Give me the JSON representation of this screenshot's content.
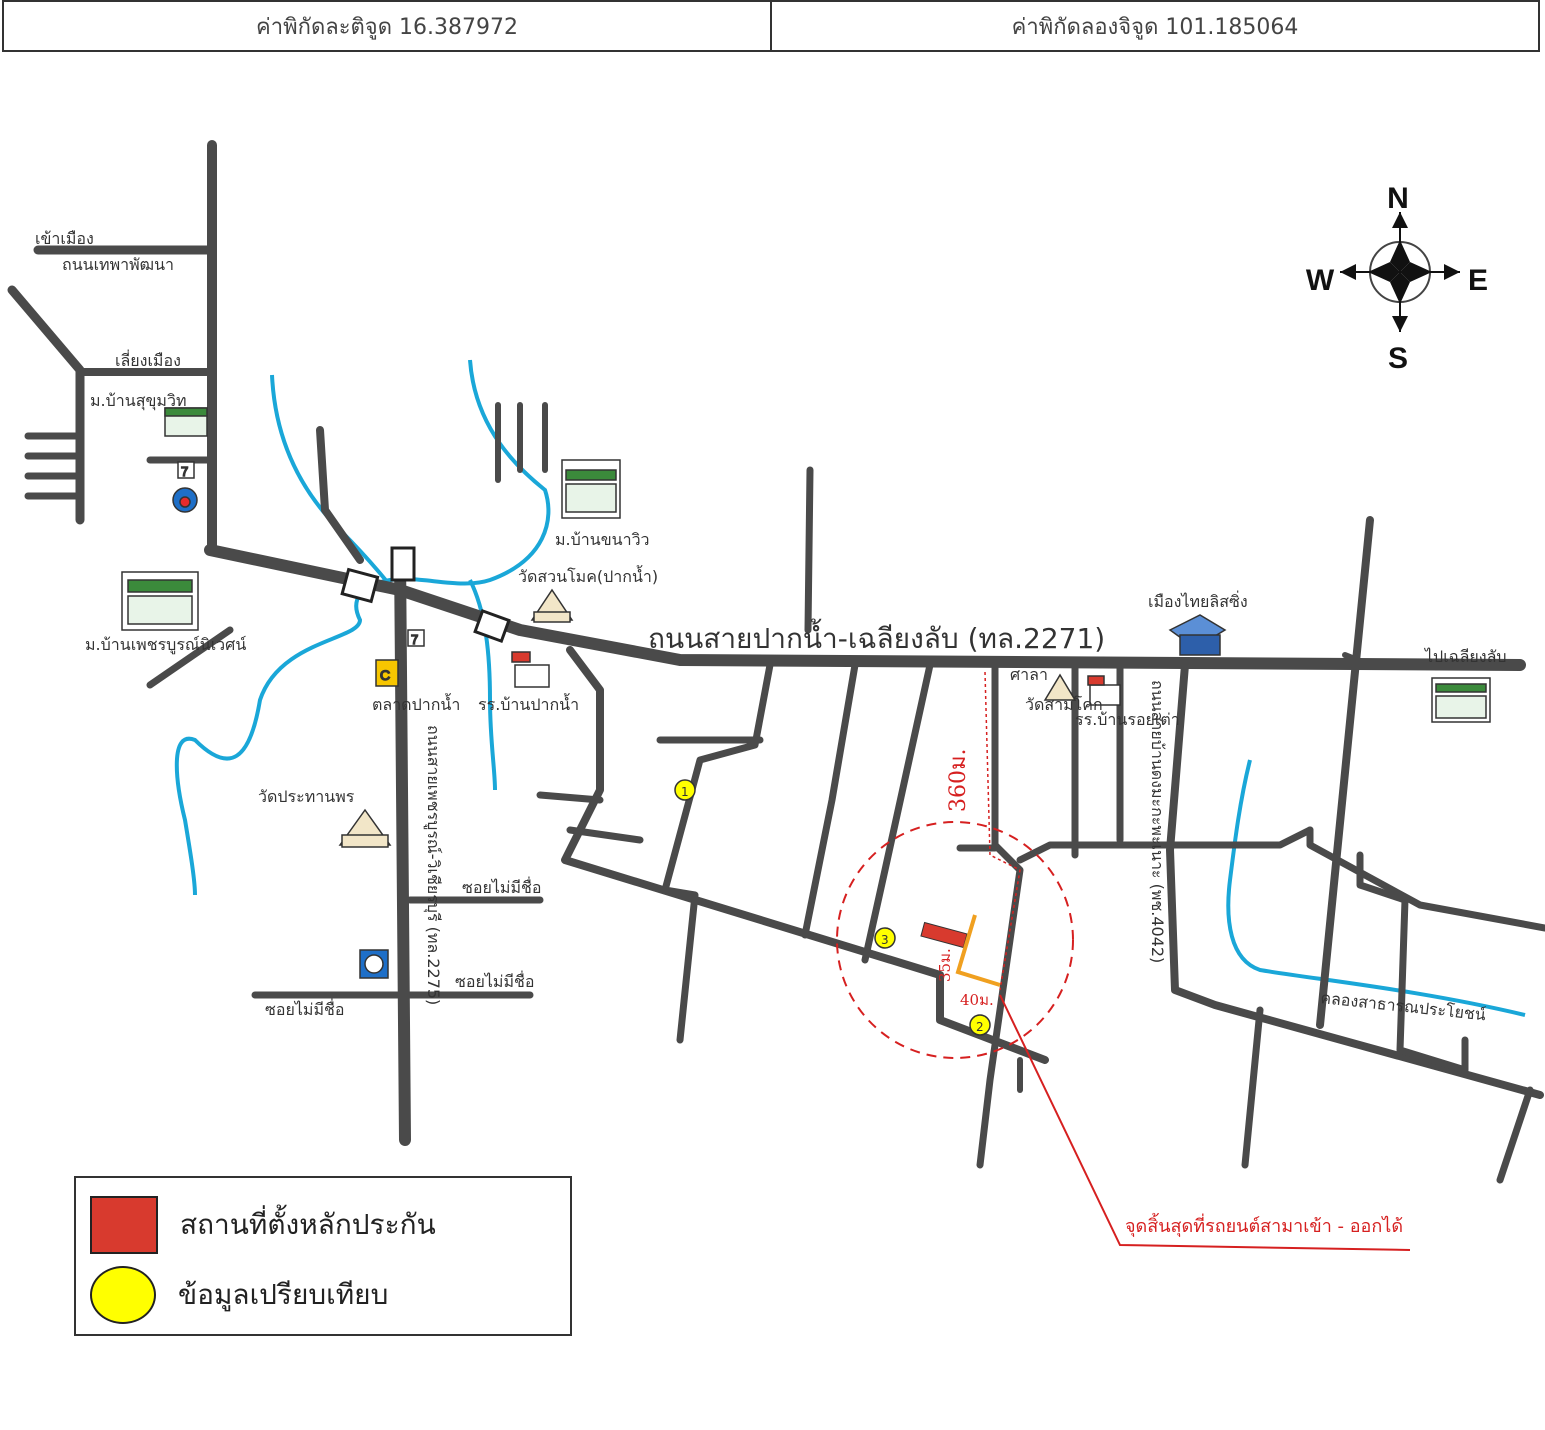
{
  "header": {
    "latitude": "ค่าพิกัดละติจูด 16.387972",
    "longitude": "ค่าพิกัดลองจิจูด 101.185064"
  },
  "compass": {
    "n": "N",
    "s": "S",
    "e": "E",
    "w": "W"
  },
  "labels": {
    "main_road": "ถนนสายปากน้ำ-เฉลียงลับ (ทล.2271)",
    "to_chaliang": "ไปเฉลียงลับ",
    "enter_city": "เข้าเมือง",
    "thep_road": "ถนนเทพาพัฒนา",
    "bypass": "เลี่ยงเมือง",
    "sukhumvit": "ม.บ้านสุขุมวิท",
    "phetchabun_niwet": "ม.บ้านเพชรบูรณ์นิเวศน์",
    "khanawiw": "ม.บ้านขนาวิว",
    "wat_suan_mok": "วัดสวนโมค(ปากน้ำ)",
    "muang_thai_leasing": "เมืองไทยลิสซิ่ง",
    "pak_nam_market": "ตลาดปากน้ำ",
    "school_pak_nam": "รร.บ้านปากน้ำ",
    "wat_prathan_phon": "วัดประทานพร",
    "soi_no_name_1": "ซอยไม่มีชื่อ",
    "soi_no_name_2": "ซอยไม่มีชื่อ",
    "soi_no_name_3": "ซอยไม่มีชื่อ",
    "sala": "ศาลา",
    "wat_sam_khok": "วัดสามโคก",
    "school_sala": "รร.บ้านรอยเต่า",
    "canal": "คลองสาธารณประโยชน์",
    "highway_2275": "ถนนสายเพชรบูรณ์-วิเชียรบุรี (ทล.2275)",
    "road_4042": "ถนนสายบ้านดงมะกะพะเนาะ (พช.4042)",
    "dist_360": "360ม.",
    "dist_35": "35ม.",
    "dist_40": "40ม.",
    "end_point": "จุดสิ้นสุดที่รถยนต์สามาเข้า - ออกได้",
    "marker_1": "1",
    "marker_2": "2",
    "marker_3": "3"
  },
  "legend": {
    "collateral": "สถานที่ตั้งหลักประกัน",
    "comparison": "ข้อมูลเปรียบเทียบ"
  },
  "colors": {
    "road": "#4a4a4a",
    "river": "#1aa7d8",
    "collateral": "#d83a2e",
    "comparison": "#ffff00",
    "annotation": "#d62020",
    "access": "#f0a020"
  }
}
